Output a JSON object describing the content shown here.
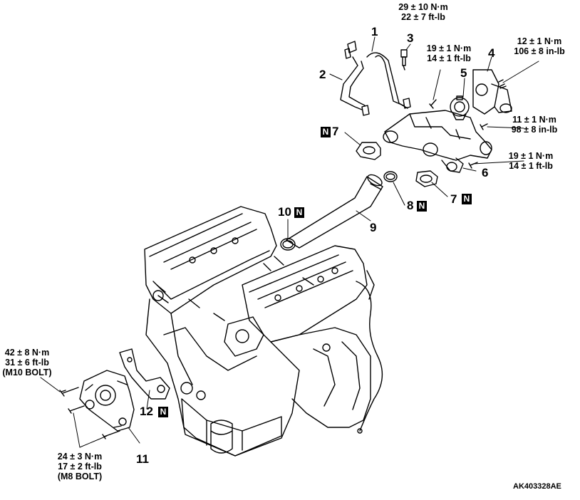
{
  "figure_code": "AK403328AE",
  "callouts": {
    "c1": "1",
    "c2": "2",
    "c3": "3",
    "c4": "4",
    "c5": "5",
    "c6": "6",
    "c7a": "7",
    "c7b": "7",
    "c8": "8",
    "c9": "9",
    "c10": "10",
    "c11": "11",
    "c12": "12"
  },
  "new_part_mark": "N",
  "torque_specs": {
    "t3_line1": "29 ± 10 N·m",
    "t3_line2": "22 ± 7 ft-lb",
    "t4_line1": "12 ± 1 N·m",
    "t4_line2": "106 ± 8 in-lb",
    "t5_line1": "19 ± 1 N·m",
    "t5_line2": "14 ± 1 ft-lb",
    "tmid_line1": "11 ± 1 N·m",
    "tmid_line2": "98 ± 8 in-lb",
    "t6_line1": "19 ± 1 N·m",
    "t6_line2": "14 ± 1 ft-lb",
    "tm10_line1": "42 ± 8 N·m",
    "tm10_line2": "31 ± 6 ft-lb",
    "tm10_line3": "(M10 BOLT)",
    "tm8_line1": "24 ± 3 N·m",
    "tm8_line2": "17 ± 2 ft-lb",
    "tm8_line3": "(M8 BOLT)"
  }
}
